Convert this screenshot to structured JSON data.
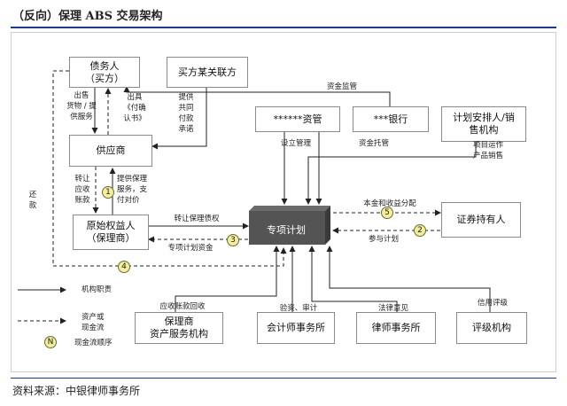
{
  "title": "（反向）保理 ABS 交易架构",
  "source": "资料来源：中银律师事务所",
  "boxes": {
    "debtor": "债务人\n（买方）",
    "buyer_affiliate": "买方某关联方",
    "asset_mgr": "******资管",
    "bank": "***银行",
    "plan_sales": "计划安排人/销\n售机构",
    "supplier": "供应商",
    "originator": "原始权益人\n（保理商）",
    "spv": "专项计划",
    "holders": "证券持有人",
    "servicer": "保理商\n资产服务机构",
    "accountant": "会计师事务所",
    "lawyer": "律师事务所",
    "rating": "评级机构"
  },
  "labels": {
    "sell_goods": "出售\n货物 / 提\n供服务",
    "issue_confirm": "出具\n《付确\n认书》",
    "guarantee": "提供\n共同\n付款\n承诺",
    "fund_supervision": "资金监管",
    "setup_mgmt": "设立管理",
    "custody": "资金托管",
    "project_ops": "项目运作\n产品销售",
    "transfer_ar": "转让\n应收\n账款",
    "factoring_pay": "提供保理\n服务，支\n付对价",
    "repay": "还\n款",
    "transfer_claims": "转让保理债权",
    "plan_funds": "专项计划资金",
    "principal_income": "本金和收益分配",
    "subscribe": "参与计划",
    "ar_recovery": "应收账款回收",
    "audit": "验资、审计",
    "legal": "法律意见",
    "credit_rating": "信用评级"
  },
  "steps": [
    "1",
    "2",
    "3",
    "4",
    "5"
  ],
  "legend": {
    "institution": "机构职责",
    "asset_cash": "资产或\n现金流",
    "order_symbol": "N",
    "order_text": "现金流顺序"
  }
}
